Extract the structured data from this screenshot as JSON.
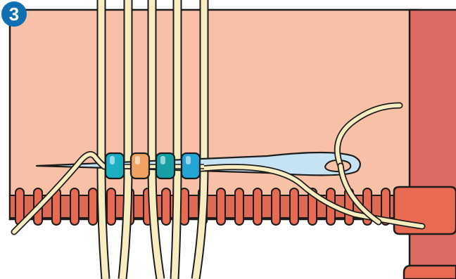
{
  "step": {
    "number": "3"
  },
  "colors": {
    "background": "#ffffff",
    "panel": "#f9c0a8",
    "loom_frame": "#dc6a60",
    "cord": "#f7edc0",
    "outline": "#1c1c1c",
    "coil_fill": "#e96a52",
    "coil_band": "#dd6a55",
    "bead_teal": "#1aafc3",
    "bead_orange": "#f0a262",
    "bead_dark_teal": "#16a0a6",
    "bead_blue": "#24a5d5",
    "needle": "#c5e3f3",
    "badge": "#0f6fb1"
  },
  "beads": [
    {
      "color_key": "bead_teal",
      "name": "bead-teal"
    },
    {
      "color_key": "bead_orange",
      "name": "bead-orange"
    },
    {
      "color_key": "bead_dark_teal",
      "name": "bead-dark-teal"
    },
    {
      "color_key": "bead_blue",
      "name": "bead-blue"
    }
  ],
  "warp_thread_count": 5,
  "icons": {
    "needle": "needle-icon",
    "badge": "step-number-badge"
  }
}
